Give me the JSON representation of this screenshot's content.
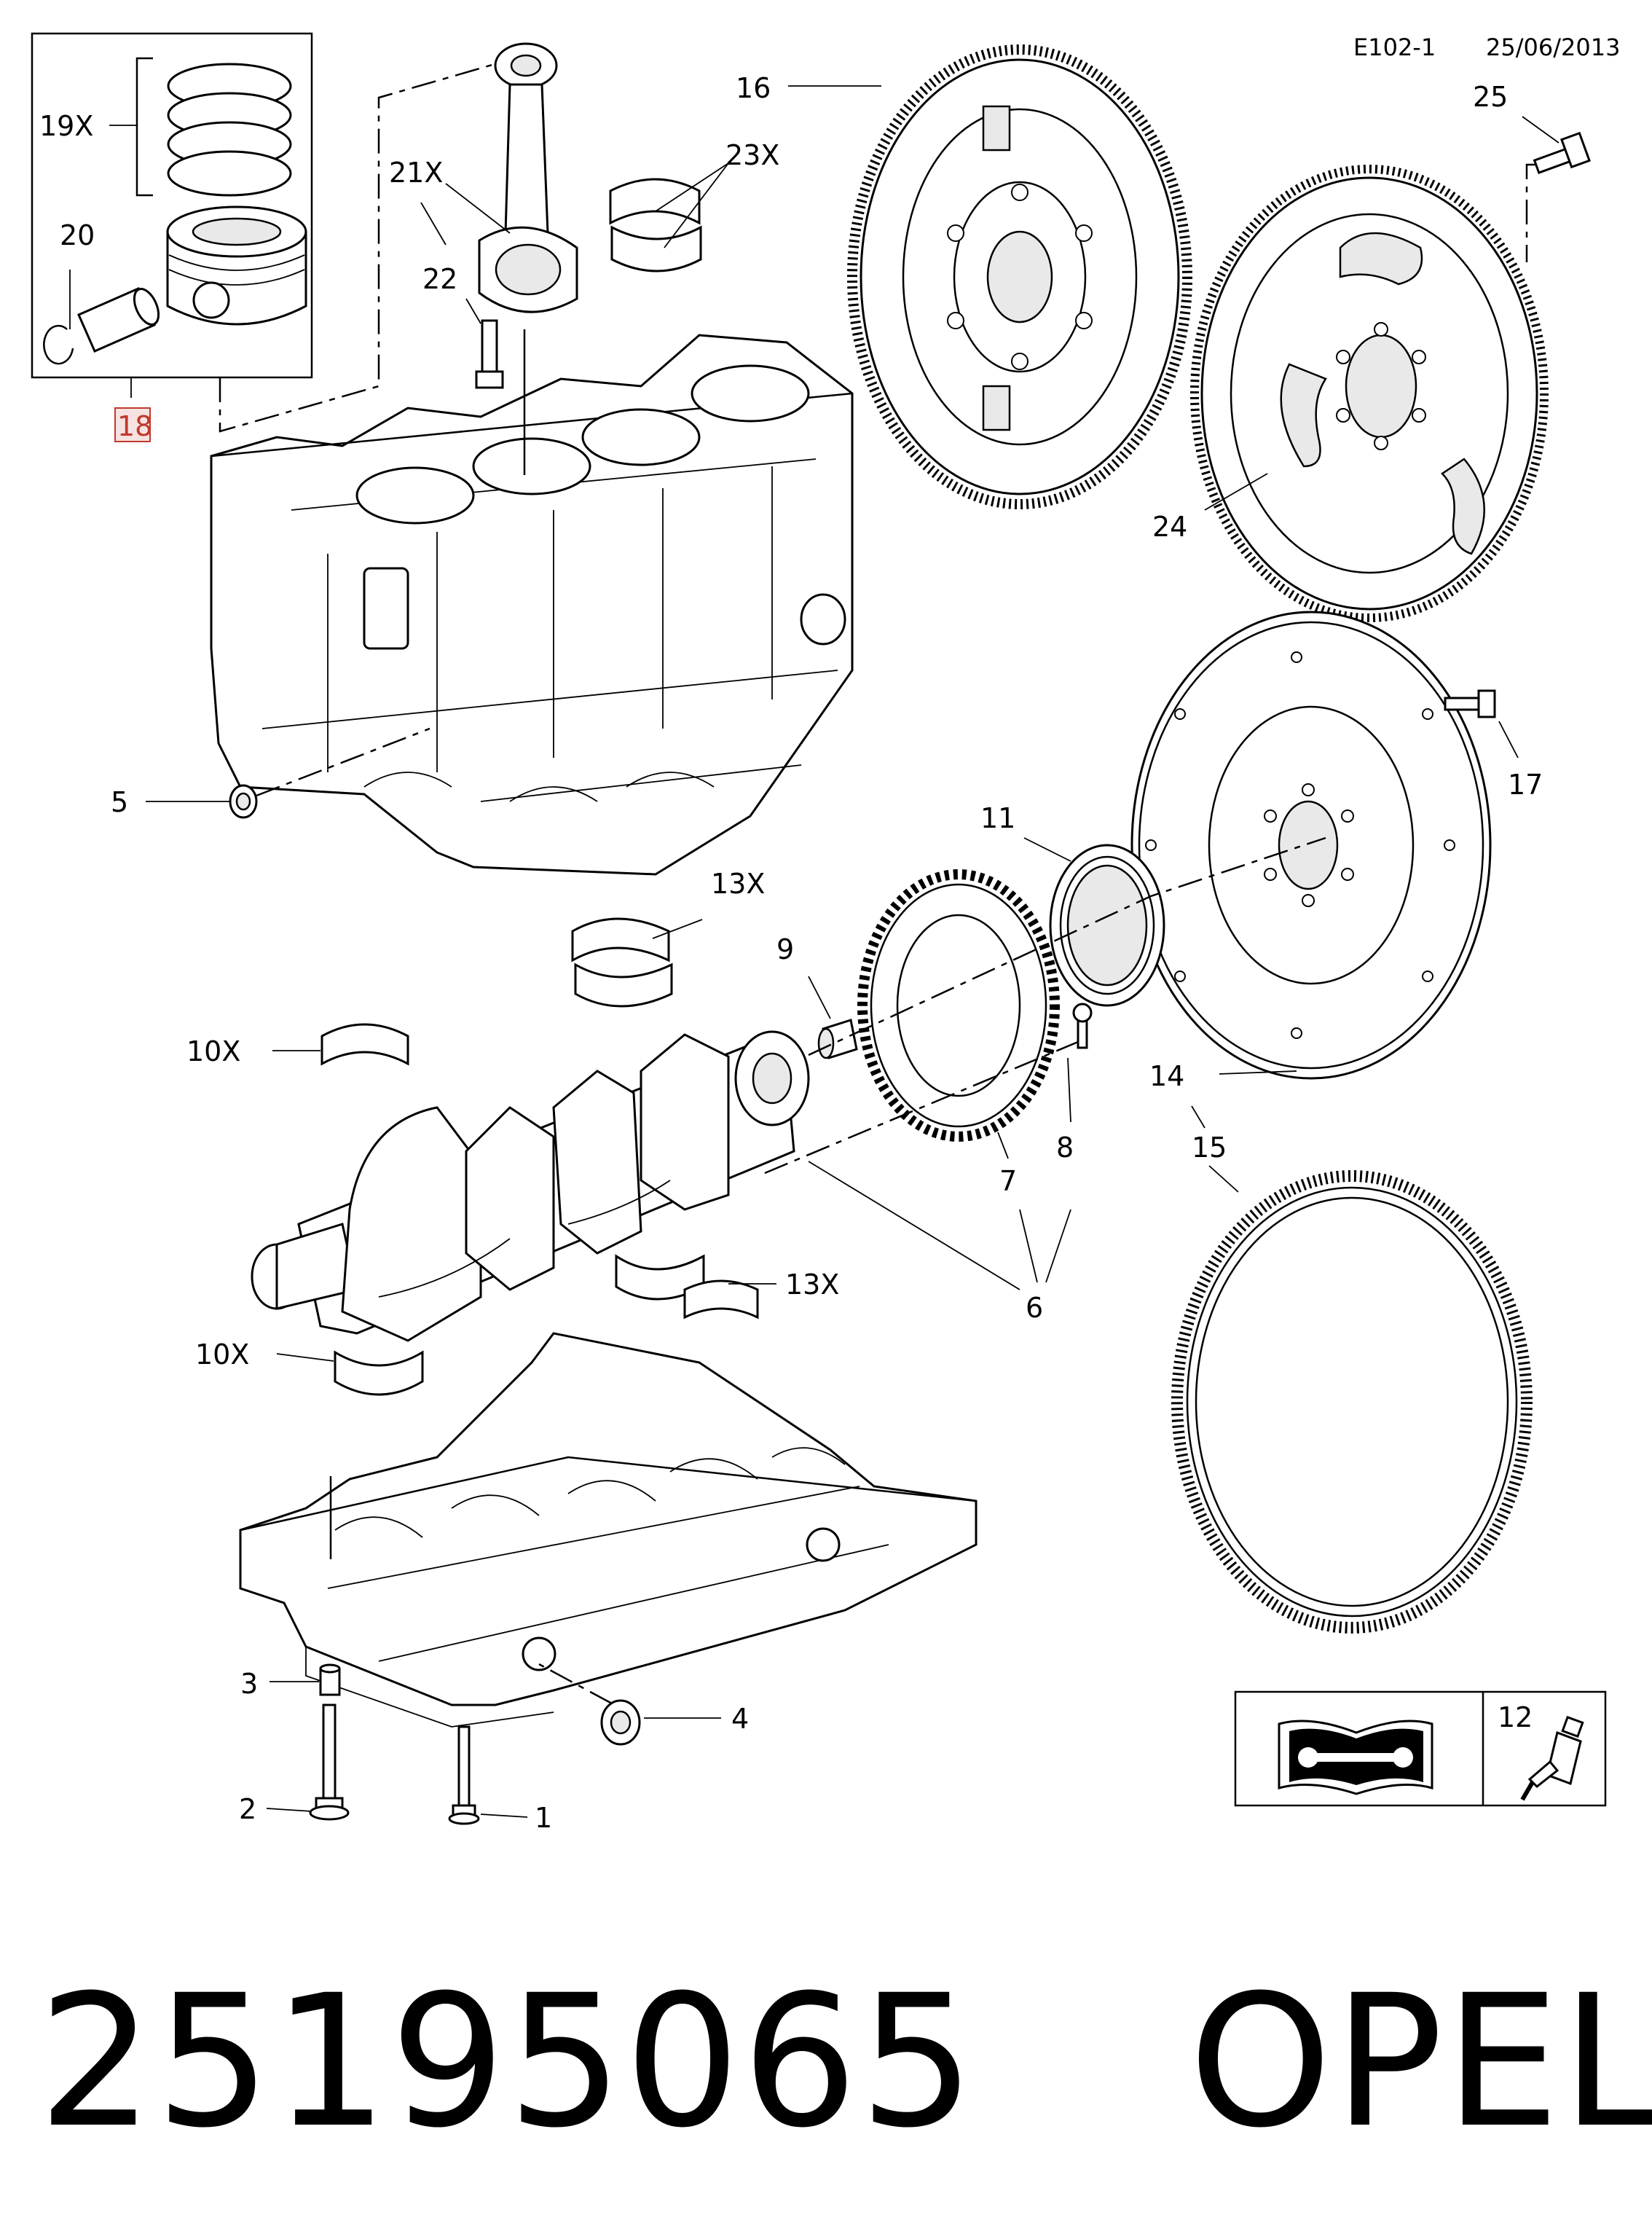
{
  "header": {
    "ref": "E102-1",
    "date": "25/06/2013"
  },
  "callouts": {
    "c1": "1",
    "c2": "2",
    "c3": "3",
    "c4": "4",
    "c5": "5",
    "c6": "6",
    "c7": "7",
    "c8": "8",
    "c9": "9",
    "c10a": "10X",
    "c10b": "10X",
    "c11": "11",
    "c12": "12",
    "c13a": "13X",
    "c13b": "13X",
    "c14": "14",
    "c15": "15",
    "c16": "16",
    "c17": "17",
    "c18": "18",
    "c19": "19X",
    "c20": "20",
    "c21": "21X",
    "c22": "22",
    "c23": "23X",
    "c24": "24",
    "c25": "25"
  },
  "footer": {
    "part_number": "25195065",
    "brand": "OPEL"
  },
  "colors": {
    "line": "#000000",
    "highlight": "#c0392b",
    "highlight_bg": "#f7e2e2"
  },
  "icons": [
    "manual-wrench-icon",
    "sealant-tube-icon"
  ]
}
